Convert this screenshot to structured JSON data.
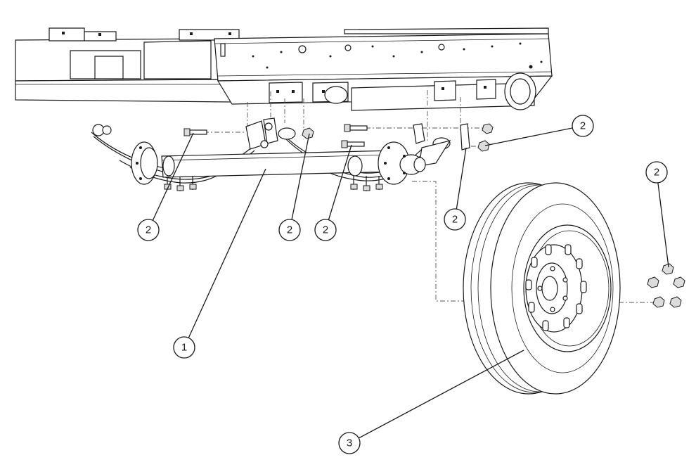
{
  "callouts": [
    {
      "label": "1"
    },
    {
      "label": "2"
    },
    {
      "label": "2"
    },
    {
      "label": "2"
    },
    {
      "label": "2"
    },
    {
      "label": "2"
    },
    {
      "label": "2"
    },
    {
      "label": "3"
    }
  ]
}
